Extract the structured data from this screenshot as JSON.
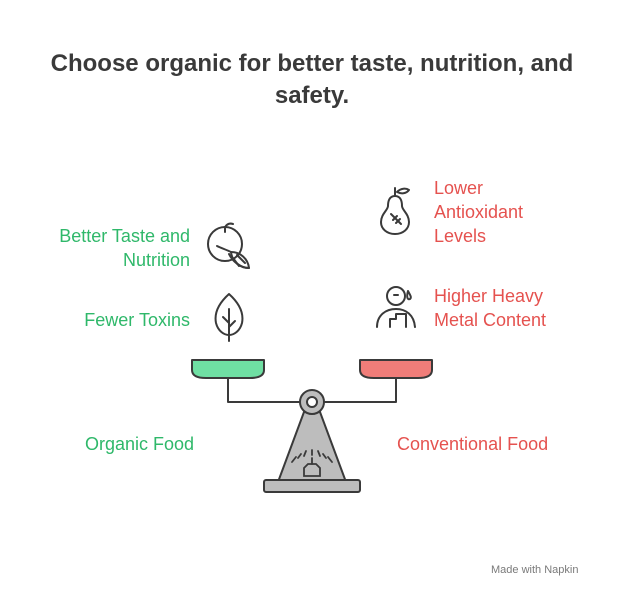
{
  "title": "Choose organic for better taste, nutrition, and safety.",
  "left": {
    "heading": "Organic Food",
    "items": [
      {
        "label": "Better Taste and Nutrition",
        "icon": "orange-slice-icon"
      },
      {
        "label": "Fewer Toxins",
        "icon": "leaf-icon"
      }
    ]
  },
  "right": {
    "heading": "Conventional Food",
    "items": [
      {
        "label": "Lower Antioxidant Levels",
        "icon": "pear-icon"
      },
      {
        "label": "Higher Heavy Metal Content",
        "icon": "person-with-weight-icon"
      }
    ]
  },
  "colors": {
    "green": "#2fb86a",
    "red": "#e5524f",
    "pan_green": "#6fdfa3",
    "pan_red": "#f07d79",
    "stand": "#bdbdbd",
    "stroke": "#3a3a3a"
  },
  "footer": {
    "credit": "Made with Napkin"
  }
}
